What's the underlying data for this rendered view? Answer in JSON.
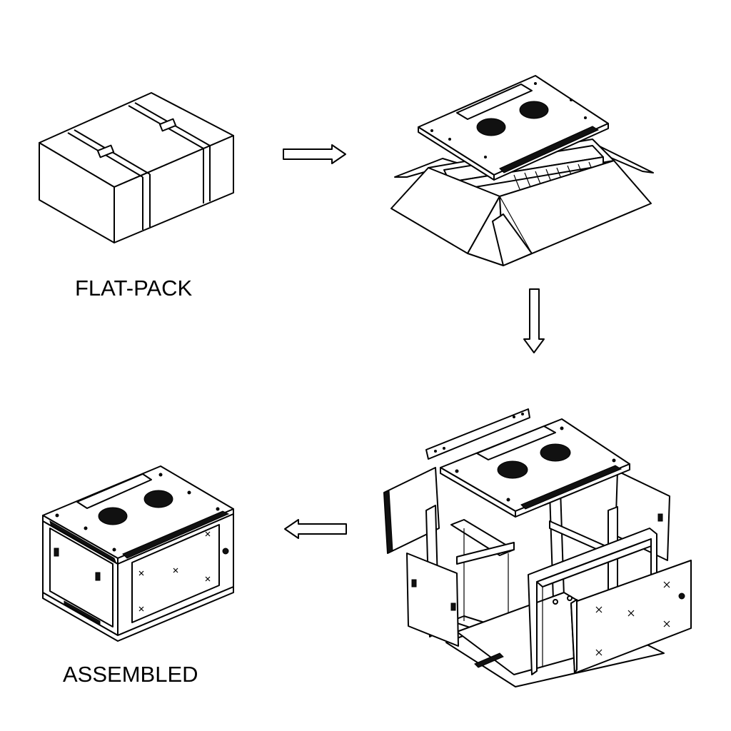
{
  "labels": {
    "flat_pack": "FLAT-PACK",
    "assembled": "ASSEMBLED"
  },
  "colors": {
    "line": "#000000",
    "background": "#ffffff"
  },
  "steps": [
    {
      "stage": "flat-pack",
      "icon": "closed-box-icon"
    },
    {
      "stage": "unpacking",
      "icon": "open-box-with-cabinet-top-icon"
    },
    {
      "stage": "exploded-parts",
      "icon": "exploded-cabinet-icon"
    },
    {
      "stage": "assembled",
      "icon": "assembled-cabinet-icon"
    }
  ]
}
